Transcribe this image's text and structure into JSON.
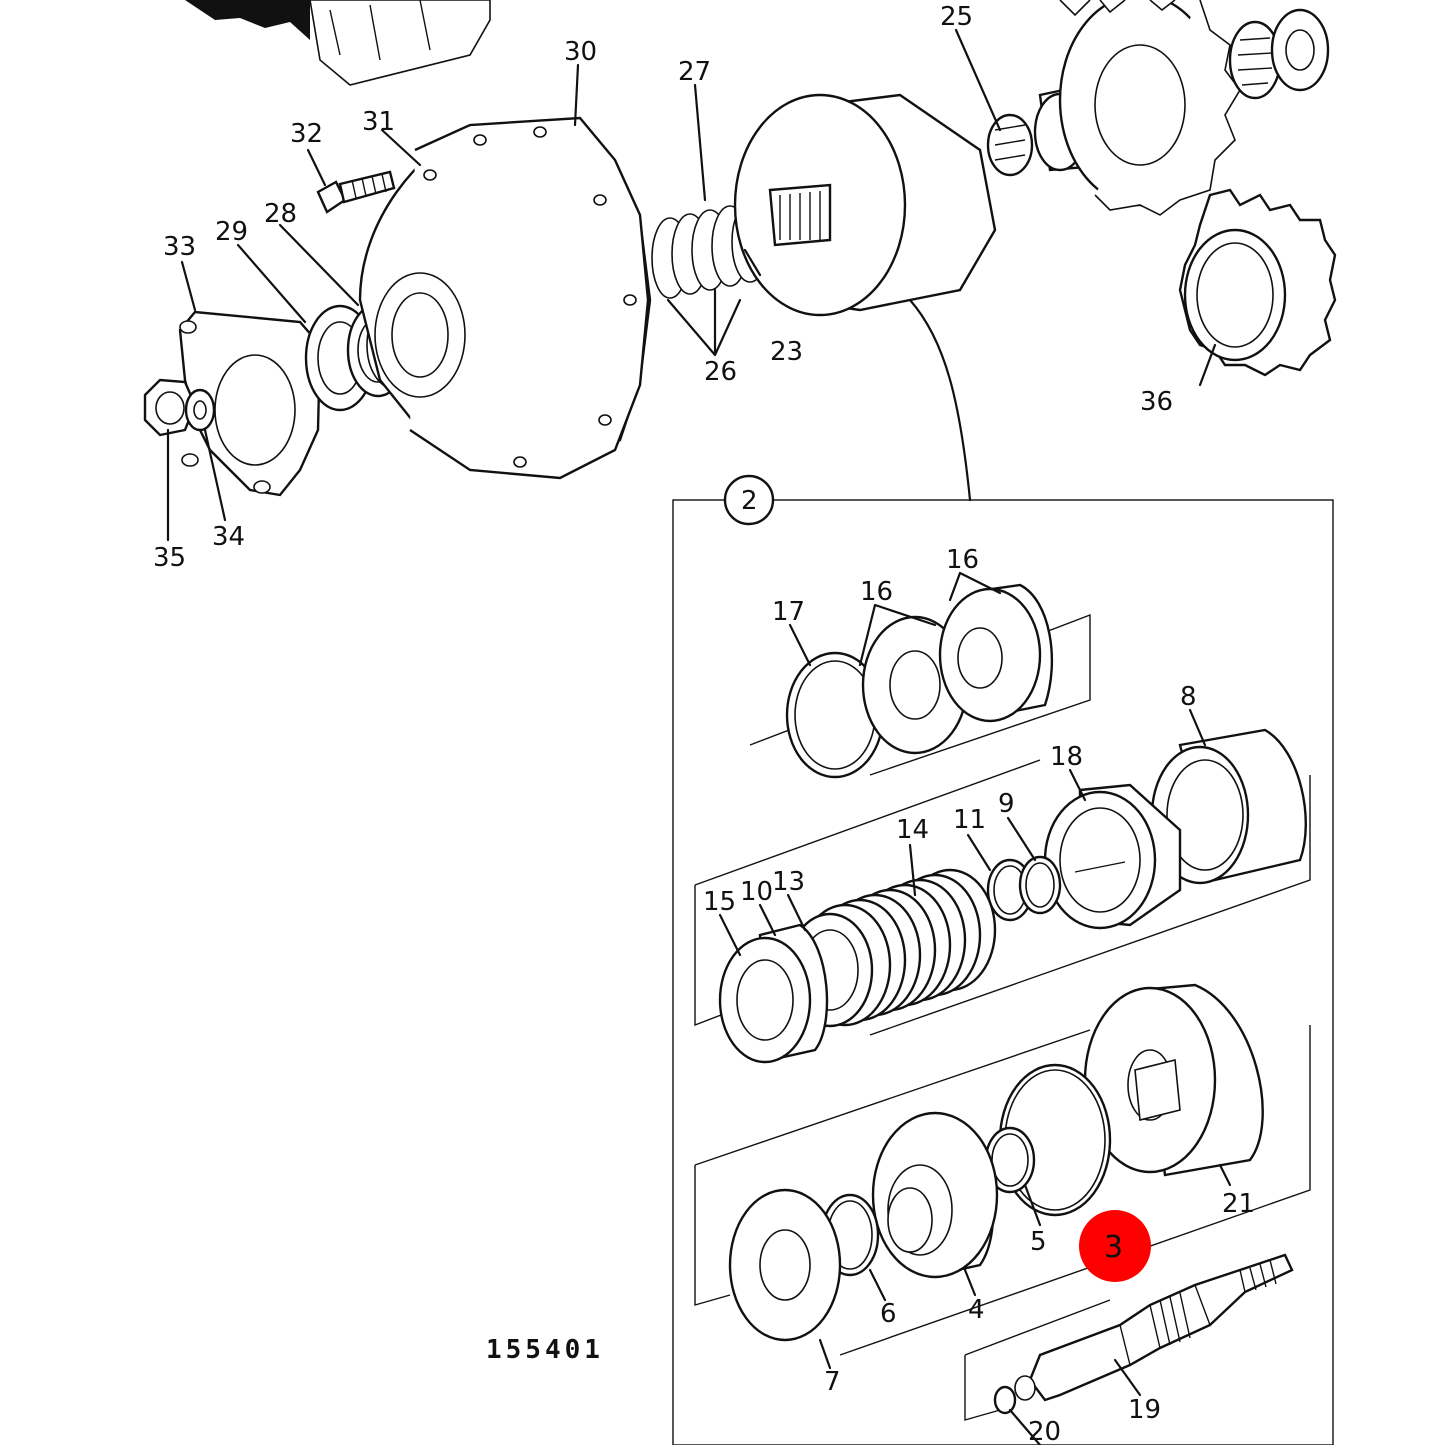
{
  "figure_number": "155401",
  "callout_labels": {
    "c2": "2",
    "c3": "3",
    "c4": "4",
    "c5": "5",
    "c6": "6",
    "c7": "7",
    "c8": "8",
    "c9": "9",
    "c10": "10",
    "c11": "11",
    "c13": "13",
    "c14": "14",
    "c15": "15",
    "c16a": "16",
    "c16b": "16",
    "c17": "17",
    "c18": "18",
    "c19": "19",
    "c20": "20",
    "c21": "21",
    "c23": "23",
    "c25": "25",
    "c26": "26",
    "c27": "27",
    "c28": "28",
    "c29": "29",
    "c30": "30",
    "c31": "31",
    "c32": "32",
    "c33": "33",
    "c34": "34",
    "c35": "35",
    "c36": "36"
  },
  "colors": {
    "ink": "#111111",
    "marker": "#ff0000",
    "paper": "#ffffff"
  }
}
